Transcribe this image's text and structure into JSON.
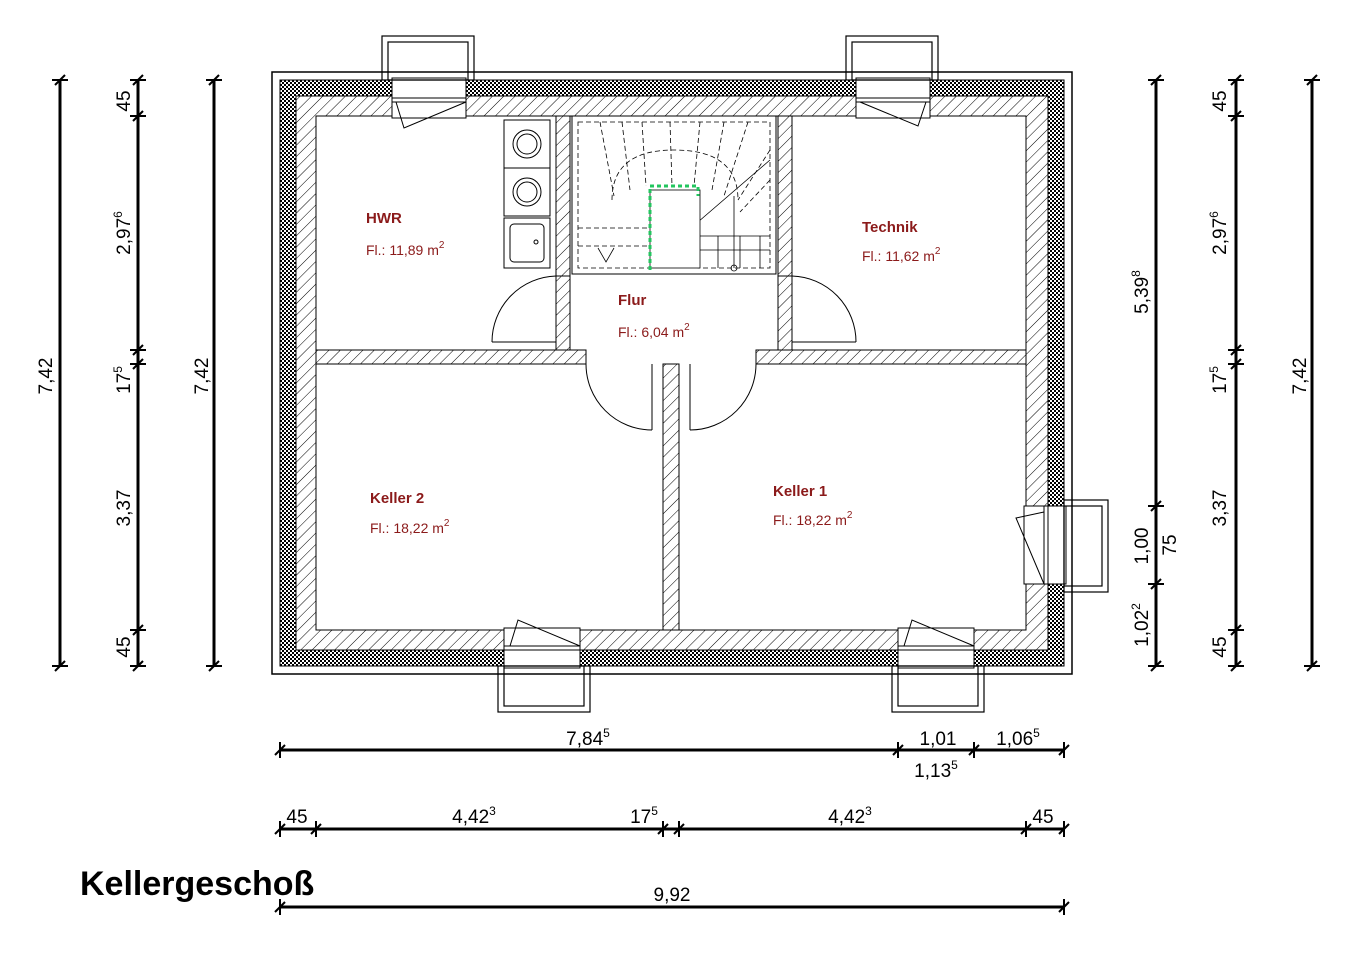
{
  "title": "Kellergeschoß",
  "colors": {
    "room_label": "#8b1a1a",
    "line": "#000000",
    "stair_highlight": "#22c55e"
  },
  "rooms": {
    "hwr": {
      "name": "HWR",
      "area_prefix": "Fl.: 11,89 m",
      "area_sup": "2"
    },
    "technik": {
      "name": "Technik",
      "area_prefix": "Fl.: 11,62 m",
      "area_sup": "2"
    },
    "flur": {
      "name": "Flur",
      "area_prefix": "Fl.: 6,04 m",
      "area_sup": "2"
    },
    "keller2": {
      "name": "Keller 2",
      "area_prefix": "Fl.: 18,22 m",
      "area_sup": "2"
    },
    "keller1": {
      "name": "Keller 1",
      "area_prefix": "Fl.: 18,22 m",
      "area_sup": "2"
    }
  },
  "dims": {
    "left_total_1": "7,42",
    "left_total_2": "7,42",
    "left_45_top": "45",
    "left_297_main": "2,97",
    "left_297_sup": "6",
    "left_17_main": "17",
    "left_17_sup": "5",
    "left_337": "3,37",
    "left_45_bottom": "45",
    "right_539_main": "5,39",
    "right_539_sup": "8",
    "right_100": "1,00",
    "right_75": "75",
    "right_102_main": "1,02",
    "right_102_sup": "2",
    "right_45_top": "45",
    "right_297_main": "2,97",
    "right_297_sup": "6",
    "right_17_main": "17",
    "right_17_sup": "5",
    "right_337": "3,37",
    "right_45_bottom": "45",
    "right_total": "7,42",
    "bottom_784_main": "7,84",
    "bottom_784_sup": "5",
    "bottom_101": "1,01",
    "bottom_113_main": "1,13",
    "bottom_113_sup": "5",
    "bottom_106_main": "1,06",
    "bottom_106_sup": "5",
    "row2_45_left": "45",
    "row2_442_a_main": "4,42",
    "row2_442_a_sup": "3",
    "row2_17_main": "17",
    "row2_17_sup": "5",
    "row2_442_b_main": "4,42",
    "row2_442_b_sup": "3",
    "row2_45_right": "45",
    "total_width": "9,92"
  }
}
